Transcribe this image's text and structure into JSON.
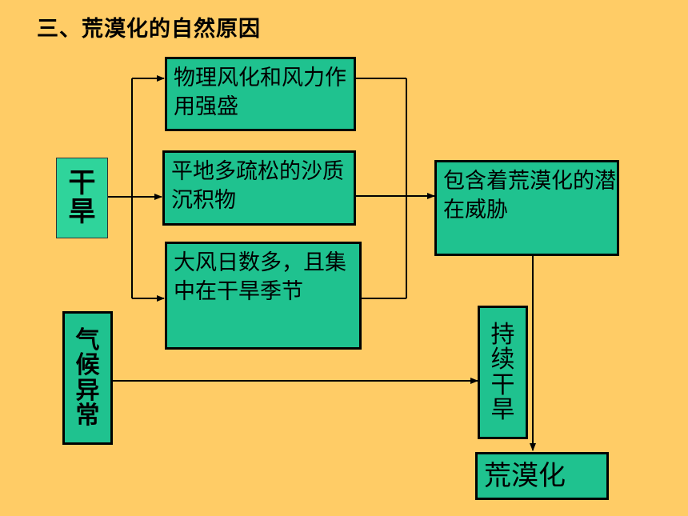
{
  "title": "三、荒漠化的自然原因",
  "nodes": {
    "drought_left": [
      "干",
      "旱"
    ],
    "weathering": "物理风化和风力作用强盛",
    "sediment": "平地多疏松的沙质沉积物",
    "wind_days": "大风日数多，且集中在干旱季节",
    "climate_anomaly": [
      "气",
      "候",
      "异",
      "常"
    ],
    "potential_threat": "包含着荒漠化的潜在威胁",
    "persistent_drought": [
      "持",
      "续",
      "干",
      "旱"
    ],
    "desertification": "荒漠化"
  },
  "colors": {
    "background": "#FFCC66",
    "box_fill": "#1FC28F",
    "border": "#000000"
  }
}
